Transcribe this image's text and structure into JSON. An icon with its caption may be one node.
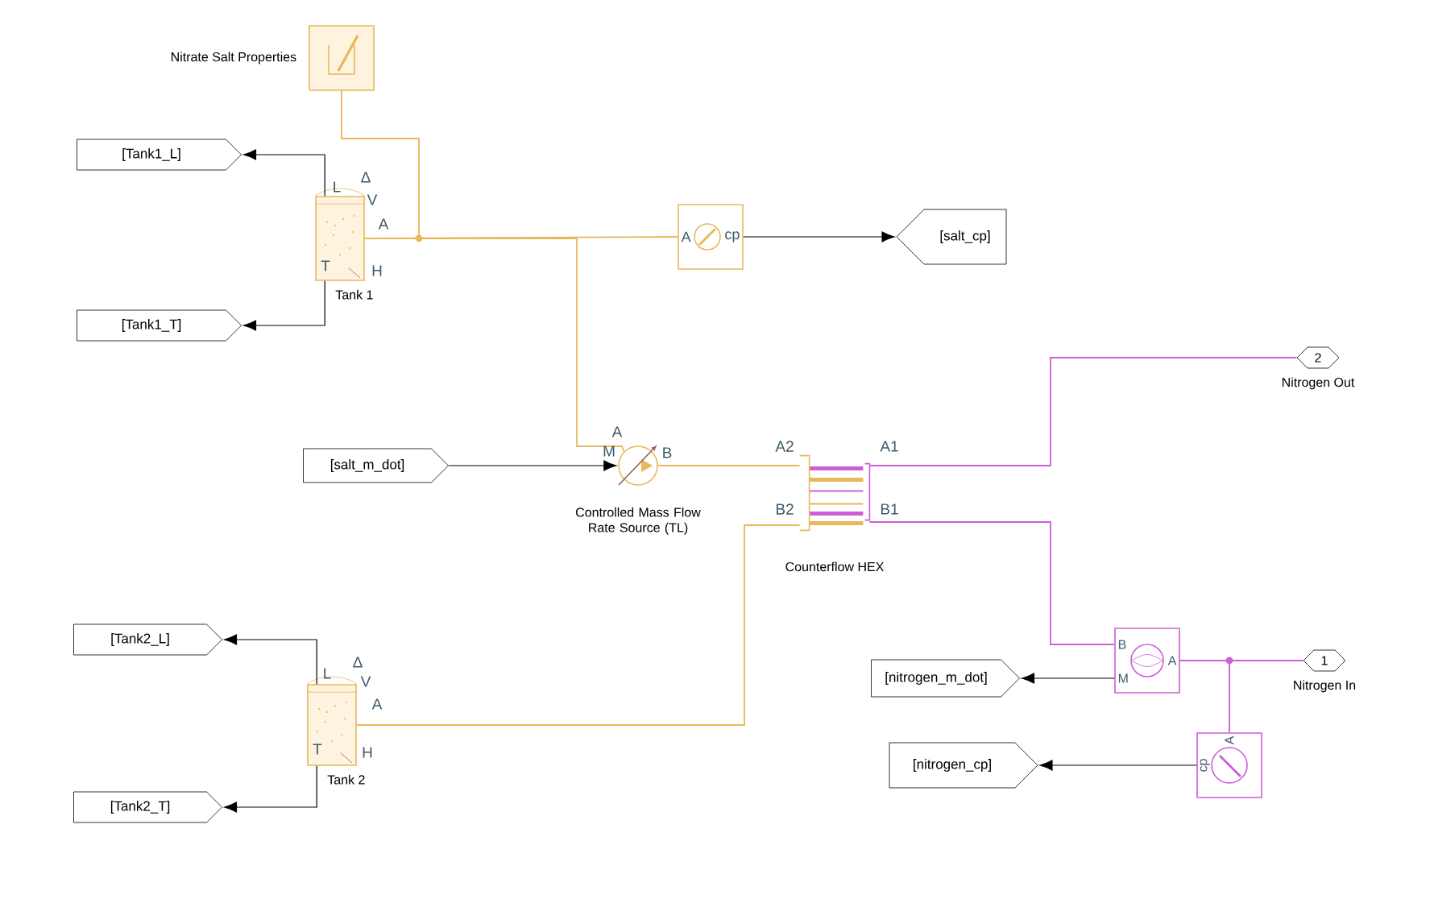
{
  "diagram": {
    "nodes": [
      {
        "text": [
          "Nitrate Salt Properties"
        ]
      },
      {
        "text": [
          "[Tank1_L]"
        ]
      },
      {
        "text": [
          "Tank 1"
        ]
      },
      {
        "text": [
          "[Tank1_T]"
        ]
      },
      {
        "text": [
          "A",
          "cp"
        ]
      },
      {
        "text": [
          "[salt_cp]"
        ]
      },
      {
        "text": [
          "[salt_m_dot]"
        ]
      },
      {
        "text": [
          "Controlled Mass Flow Rate Source (TL)"
        ]
      },
      {
        "text": [
          "Counterflow HEX"
        ]
      },
      {
        "text": [
          "[Tank2_L]"
        ]
      },
      {
        "text": [
          "Tank 2"
        ]
      },
      {
        "text": [
          "[Tank2_T]"
        ]
      },
      {
        "text": [
          "2",
          "Nitrogen Out"
        ]
      },
      {
        "text": [
          "B",
          "A",
          "M"
        ]
      },
      {
        "text": [
          "[nitrogen_m_dot]"
        ]
      },
      {
        "text": [
          "1",
          "Nitrogen In"
        ]
      },
      {
        "text": [
          "A",
          "cp"
        ]
      },
      {
        "text": [
          "[nitrogen_cp]"
        ]
      }
    ],
    "edges": [
      {
        "from": 2,
        "to": 1,
        "arrow": "to"
      },
      {
        "from": 2,
        "to": 3,
        "arrow": "to"
      },
      {
        "from": 0,
        "to": 2,
        "arrow": "none",
        "color": "#e8b85a"
      },
      {
        "from": 2,
        "to": 4,
        "arrow": "none",
        "color": "#e8b85a"
      },
      {
        "from": 2,
        "to": 7,
        "arrow": "none",
        "color": "#e8b85a"
      },
      {
        "from": 4,
        "to": 5,
        "arrow": "to"
      },
      {
        "from": 6,
        "to": 7,
        "arrow": "to"
      },
      {
        "from": 7,
        "to": 8,
        "arrow": "none",
        "color": "#e8b85a"
      },
      {
        "from": 10,
        "to": 8,
        "arrow": "none",
        "color": "#e8b85a"
      },
      {
        "from": 10,
        "to": 9,
        "arrow": "to"
      },
      {
        "from": 10,
        "to": 11,
        "arrow": "to"
      },
      {
        "from": 8,
        "to": 12,
        "arrow": "none",
        "color": "#cc5fd6"
      },
      {
        "from": 8,
        "to": 13,
        "arrow": "none",
        "color": "#cc5fd6"
      },
      {
        "from": 13,
        "to": 15,
        "arrow": "none",
        "color": "#cc5fd6"
      },
      {
        "from": 13,
        "to": 16,
        "arrow": "none",
        "color": "#cc5fd6"
      },
      {
        "from": 13,
        "to": 14,
        "arrow": "to"
      },
      {
        "from": 16,
        "to": 17,
        "arrow": "to"
      }
    ],
    "labels": [
      "Δ",
      "L",
      "V",
      "A",
      "T",
      "H",
      "A",
      "M",
      "B",
      "A2",
      "A1",
      "B2",
      "B1",
      "Δ",
      "L",
      "V",
      "A",
      "T",
      "H"
    ]
  }
}
